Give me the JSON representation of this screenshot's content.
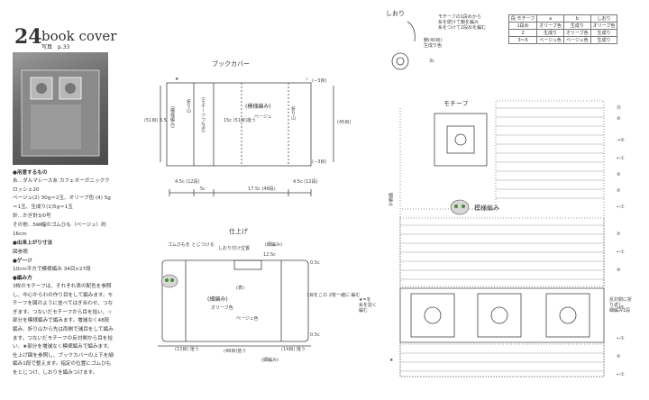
{
  "title": {
    "number": "24",
    "name": "book cover",
    "photo_ref": "写真　p.33"
  },
  "materials": {
    "heading": "●用意するもの",
    "lines": [
      "糸…ダルマレース糸 カフェオーガニッククロッシェ20",
      "ベージュ(2) 30g＝2玉、オリーブ色 (4) 5g＝1玉、生成り(1)5g＝1玉",
      "針…かぎ針3/0号",
      "その他…5㎜幅のゴムひも（ベージュ）約16cm"
    ]
  },
  "size": {
    "heading": "●出来上がり寸法",
    "value": "図参照"
  },
  "gauge": {
    "heading": "●ゲージ",
    "value": "10cm平方で模様編み 34目×27段"
  },
  "method": {
    "heading": "●編み方",
    "text": "3枚のモチーフは、それぞれ表の配色を参照し、中心からわの作り目をして編みます。モチーフを図のように並べてはぎ合わせ、つなぎます。つないだモチーフから目を拾い、☆部分を模様編みで編みます。増減なく48段編み、折り山から先は両側で減目をして編みます。つないだモチーフの反対側から目を拾い、★部分を増減なく模様編みで編みます。仕上げ図を参照し、ブックカバーの上下を細編み1段で整えます。指定の位置にゴムひもをとじつけ、しおりを編みつけます。"
  },
  "bookcover": {
    "label": "ブックカバー",
    "left_height": "(51目)\n8.5",
    "right_height": "(45目)",
    "motif_joint": "(モチーフつなぎ)",
    "pattern_left": "(模様編み)",
    "pattern_main": "(模様編み)",
    "color_main": "ベージュ",
    "fold_1": "折り山",
    "fold_2": "折り山",
    "mid_label": "15c\n(51目)拾う",
    "minus_top": "(−3目)",
    "minus_bottom": "(−3目)",
    "dim_1": "4.5c\n(12段)",
    "dim_2": "5c",
    "dim_3": "17.5c\n(48段)",
    "dim_4": "4.5c\n(12段)",
    "star_filled": "★",
    "star_open": "☆"
  },
  "finishing": {
    "label": "仕上げ",
    "elastic": "ゴムひもを\nとじつける",
    "bookmark_pos": "しおり付け位置",
    "top_width": "12.5c",
    "sc_top": "(細編み)",
    "sc_left": "(細編み)",
    "sc_bottom": "(細編み)",
    "color_olive": "オリーブ色",
    "color_main": "ベージュ色",
    "elastic_note": "1目をこの\n2枚一緒に\n編む",
    "h05a": "0.5c",
    "h05b": "0.5c",
    "bottom_left": "(13目)\n拾う",
    "bottom_mid": "(48目)拾う",
    "bottom_right": "(14目)\n拾う",
    "side": "(表)"
  },
  "bookmark": {
    "label": "しおり",
    "note": "モチーフの1段めから\n糸を続けて鎖を編み\n糸をつけて2段めを編む",
    "chain_note": "鎖(40目)\n生成り色",
    "length": "3c"
  },
  "motif": {
    "label": "モチーフ"
  },
  "chart": {
    "pattern_label": "模様編み",
    "sc_label": "細編み",
    "star": "★",
    "fold_note": "★=を\n糸を割く\n編む",
    "pick_note": "反対側に折\nり返し\n細編み1段",
    "rows_right": [
      "⑮",
      "⑩",
      "→⑤",
      "←①",
      "⑩",
      "⑤",
      "←①",
      "⑤",
      "←①",
      "⑩",
      "→⑤",
      "←①",
      "⑤",
      "←①"
    ]
  },
  "color_table": {
    "header": [
      "段 モチーフ",
      "a",
      "b",
      "しおり"
    ],
    "rows": [
      [
        "1段め",
        "オリーブ色",
        "生成り",
        "オリーブ色"
      ],
      [
        "2",
        "生成り",
        "オリーブ色",
        "生成り"
      ],
      [
        "3〜5",
        "ベージュ色",
        "ベージュ色",
        "生成り"
      ]
    ]
  }
}
